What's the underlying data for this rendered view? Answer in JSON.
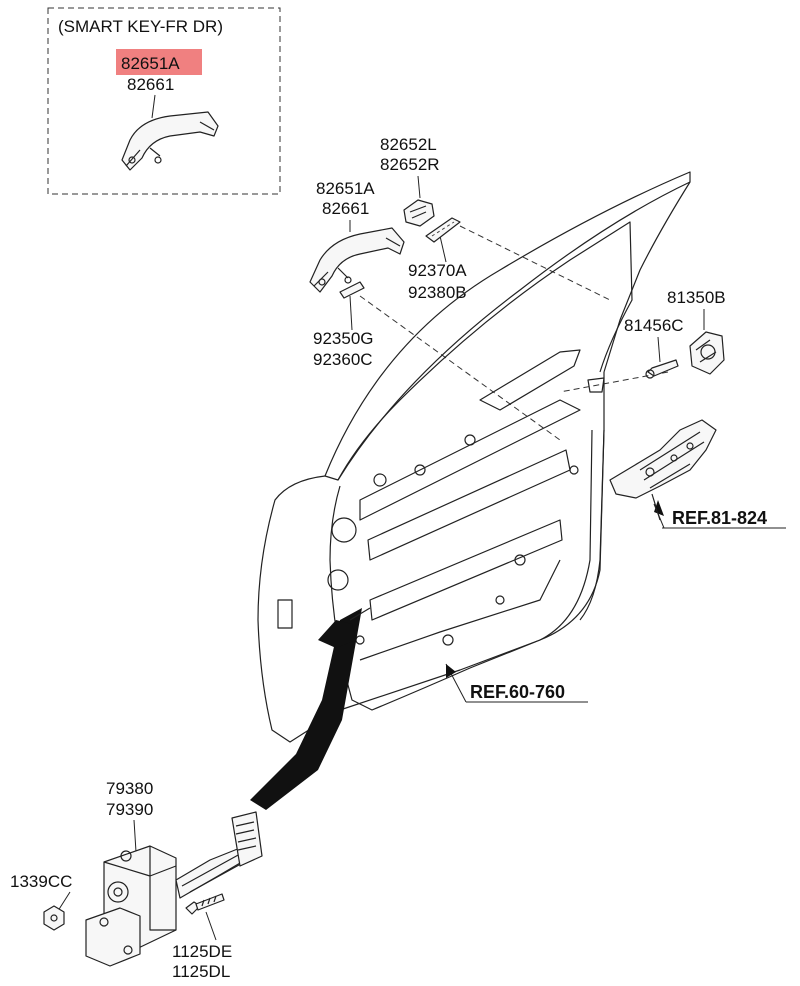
{
  "inset": {
    "title": "(SMART KEY-FR DR)"
  },
  "labels": {
    "inset_highlight": "82651A",
    "inset_second": "82661",
    "handle_a": "82651A",
    "handle_b": "82661",
    "cover_l": "82652L",
    "cover_r": "82652R",
    "pad_a": "92370A",
    "pad_b": "92380B",
    "pad2_a": "92350G",
    "pad2_b": "92360C",
    "striker": "81350B",
    "screw": "81456C",
    "checker_a": "79380",
    "checker_b": "79390",
    "nut": "1339CC",
    "bolt_a": "1125DE",
    "bolt_b": "1125DL"
  },
  "refs": {
    "ref_81": "REF.81-824",
    "ref_60": "REF.60-760"
  },
  "colors": {
    "highlight": "#f08080",
    "line": "#222222"
  }
}
